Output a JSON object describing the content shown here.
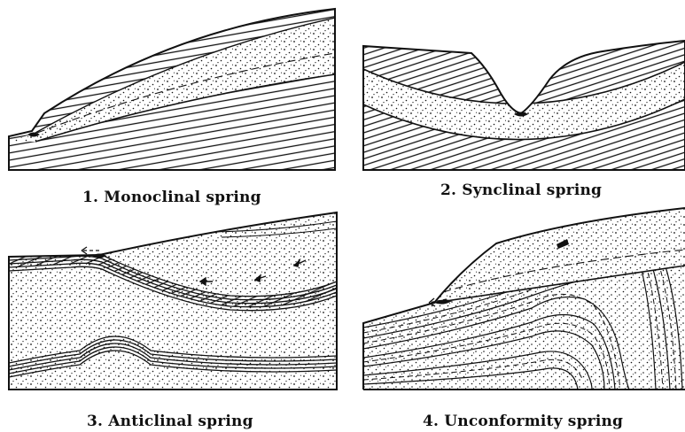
{
  "diagrams": [
    {
      "caption": "1. Monoclinal spring"
    },
    {
      "caption": "2. Synclinal spring"
    },
    {
      "caption": "3. Anticlinal spring"
    },
    {
      "caption": "4. Unconformity spring"
    }
  ],
  "colors": {
    "ink": "#111111",
    "paper": "#ffffff"
  }
}
